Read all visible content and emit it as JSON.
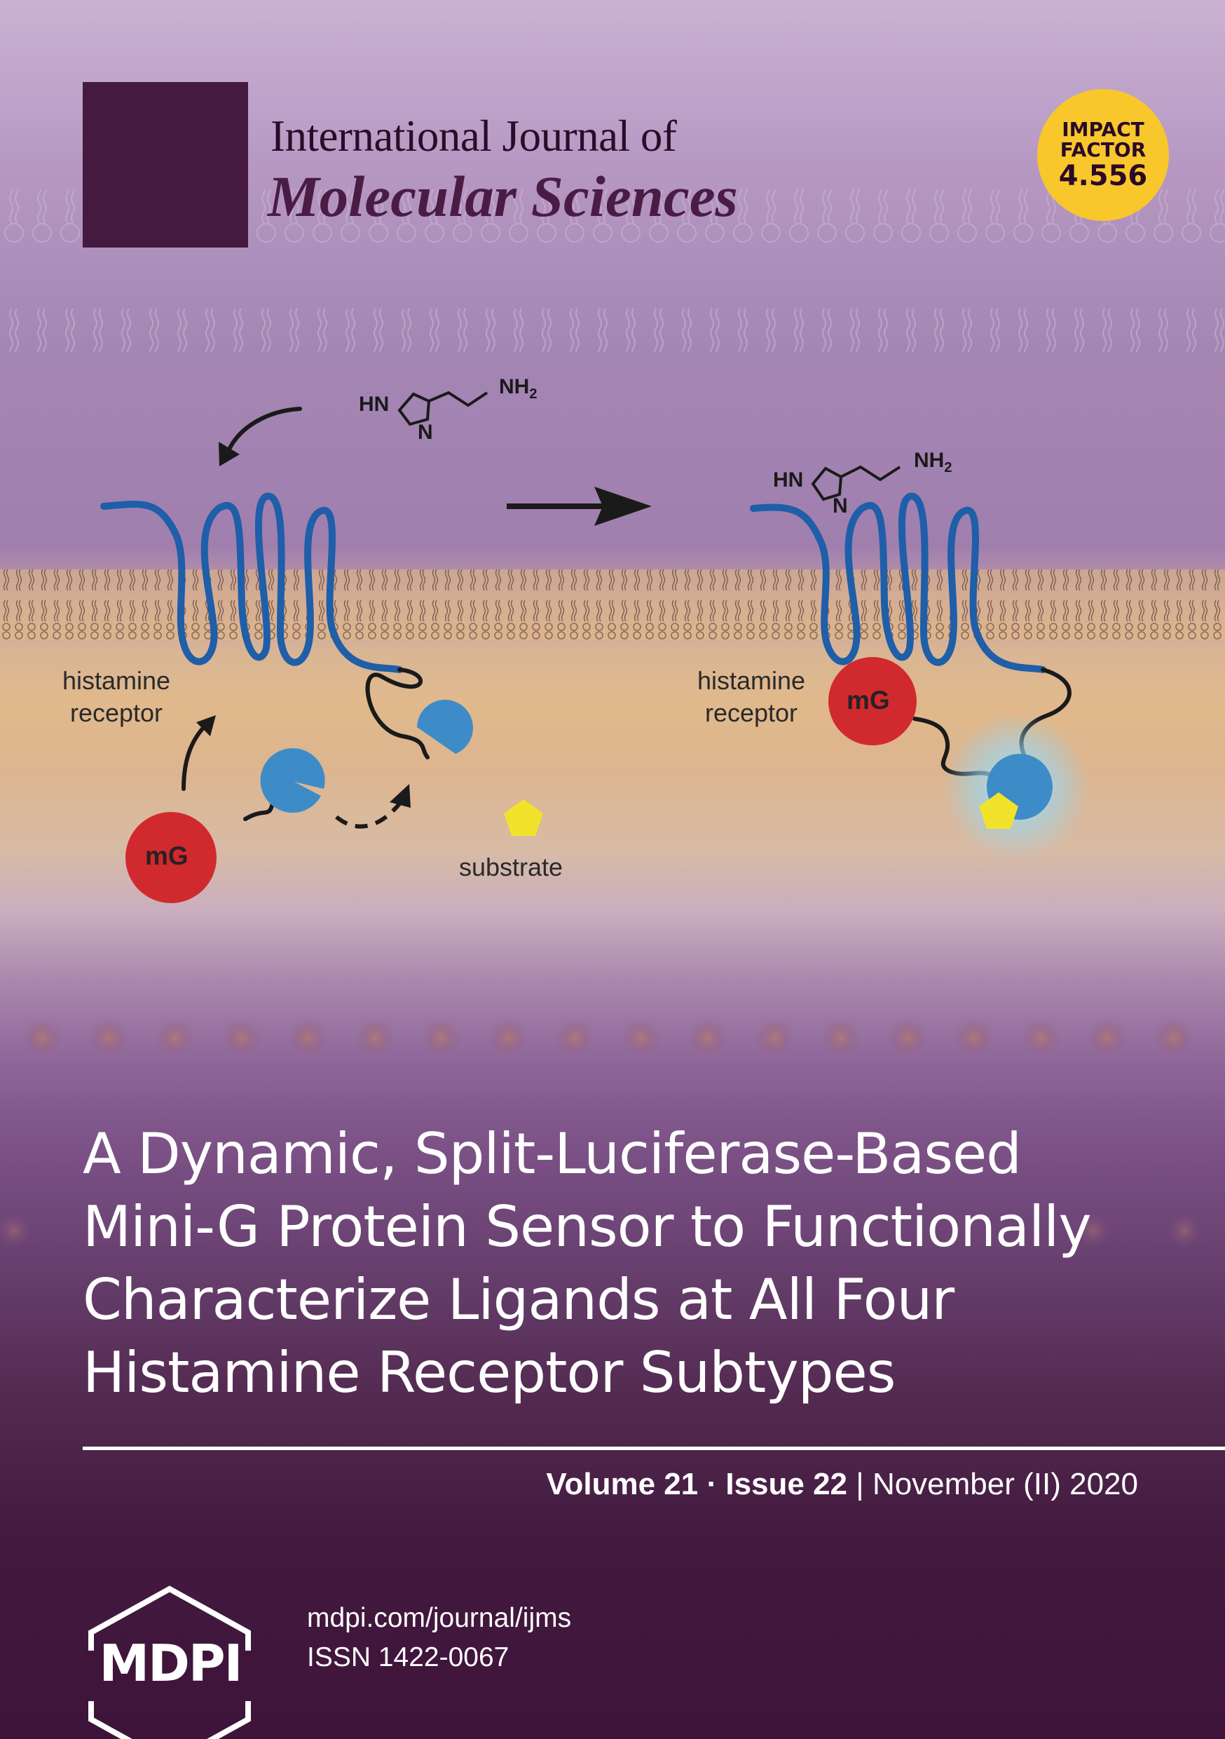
{
  "journal": {
    "title_line1": "International Journal of",
    "title_line2": "Molecular Sciences"
  },
  "impact_factor": {
    "line1": "IMPACT",
    "line2": "FACTOR",
    "value": "4.556"
  },
  "figure": {
    "left_receptor_label_1": "histamine",
    "left_receptor_label_2": "receptor",
    "right_receptor_label_1": "histamine",
    "right_receptor_label_2": "receptor",
    "mg_left": "mG",
    "mg_right": "mG",
    "substrate_label": "substrate",
    "molecule_hn": "HN",
    "molecule_n": "N",
    "molecule_nh2": "NH",
    "molecule_sub": "2"
  },
  "article_title": {
    "line1": "A Dynamic, Split-Luciferase-Based",
    "line2": "Mini-G Protein Sensor to Functionally",
    "line3": "Characterize Ligands at All Four",
    "line4": "Histamine Receptor Subtypes"
  },
  "issue": {
    "volume": "Volume 21",
    "separator": "·",
    "issue": "Issue 22",
    "bar": "|",
    "date": "November (II) 2020"
  },
  "publisher": {
    "logo_text": "MDPI",
    "url": "mdpi.com/journal/ijms",
    "issn": "ISSN 1422-0067"
  },
  "colors": {
    "logo_box": "#451a40",
    "badge": "#f7c72c",
    "receptor": "#1f5ea8",
    "mini_g": "#d02a2e",
    "luciferase": "#3e8cc7",
    "substrate": "#f2e32a"
  },
  "icons": [
    "dna-helix-icon",
    "arrow-curved-icon",
    "arrow-right-icon",
    "mdpi-hexagon-icon"
  ]
}
